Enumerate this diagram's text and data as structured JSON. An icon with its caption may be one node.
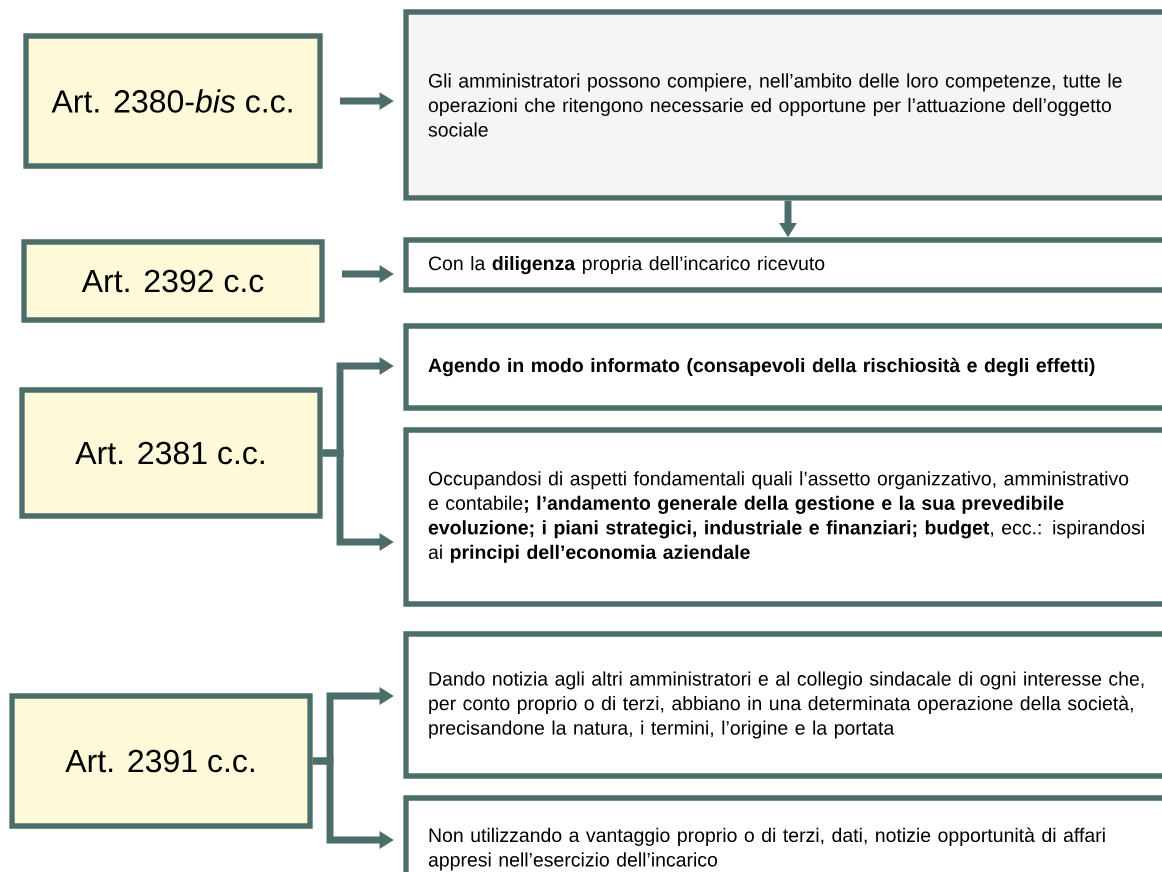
{
  "diagram": {
    "nodes": [
      {
        "text": [
          "Art. 2380-*bis* c.c."
        ]
      },
      {
        "text": [
          "Gli amministratori possono compiere, nell’ambito delle loro competenze, tutte le operazioni che ritengono necessarie ed opportune per l’attuazione dell’oggetto sociale"
        ]
      },
      {
        "text": [
          "Art. 2392 c.c"
        ]
      },
      {
        "text": [
          "Con la **diligenza** propria dell’incarico ricevuto"
        ]
      },
      {
        "text": [
          "Art. 2381 c.c."
        ]
      },
      {
        "text": [
          "Agendo in modo informato (consapevoli della rischiosità e degli effetti)"
        ]
      },
      {
        "text": [
          "Occupandosi di aspetti fondamentali quali l’assetto organizzativo, amministrativo e contabile**; l’andamento generale della gestione e la sua prevedibile evoluzione; i piani strategici, industriale e finanziari; budget**, ecc.: ispirandosi ai **principi dell’economia aziendale**"
        ]
      },
      {
        "text": [
          "Art. 2391 c.c."
        ]
      },
      {
        "text": [
          "Dando notizia agli altri amministratori e al collegio sindacale di ogni interesse che, per conto proprio o di terzi, abbiano in una determinata operazione della società, precisandone la natura, i termini, l’origine e la portata"
        ]
      },
      {
        "text": [
          "Non utilizzando a vantaggio proprio o di terzi, dati, notizie  opportunità di affari appresi nell’esercizio dell’incarico"
        ]
      }
    ],
    "edges": [
      {
        "from": 0,
        "to": 1,
        "arrow": "to"
      },
      {
        "from": 1,
        "to": 3,
        "arrow": "to"
      },
      {
        "from": 2,
        "to": 3,
        "arrow": "to"
      },
      {
        "from": 4,
        "to": 5,
        "arrow": "to"
      },
      {
        "from": 4,
        "to": 6,
        "arrow": "to"
      },
      {
        "from": 7,
        "to": 8,
        "arrow": "to"
      },
      {
        "from": 7,
        "to": 9,
        "arrow": "to"
      }
    ]
  }
}
